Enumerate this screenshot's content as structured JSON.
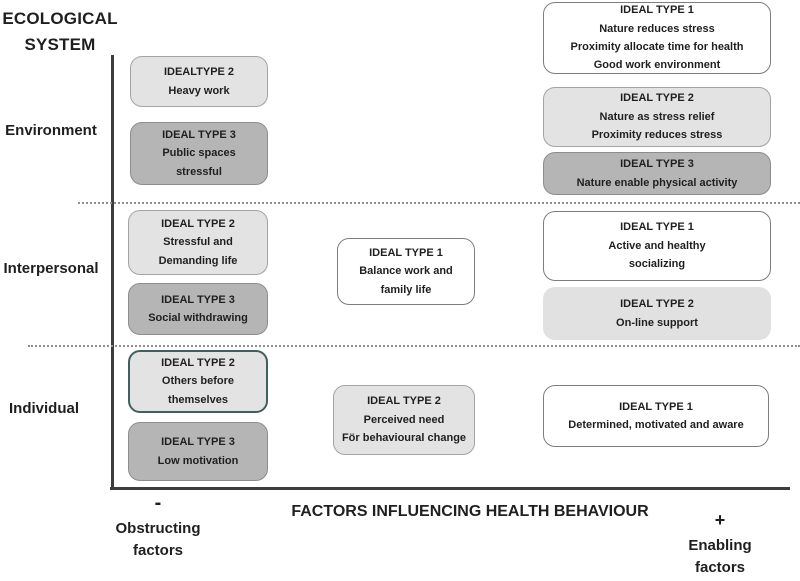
{
  "title": {
    "line1": "ECOLOGICAL",
    "line2": "SYSTEM"
  },
  "rows": [
    {
      "label": "Environment"
    },
    {
      "label": "Interpersonal"
    },
    {
      "label": "Individual"
    }
  ],
  "boxes": [
    {
      "title": "IDEALTYPE 2",
      "lines": [
        "Heavy work"
      ]
    },
    {
      "title": "IDEAL TYPE 3",
      "lines": [
        "Public spaces",
        "stressful"
      ]
    },
    {
      "title": "IDEAL TYPE 1",
      "lines": [
        "Nature reduces stress",
        "Proximity allocate time for health",
        "Good work environment"
      ]
    },
    {
      "title": "IDEAL TYPE 2",
      "lines": [
        "Nature as stress relief",
        "Proximity reduces stress"
      ]
    },
    {
      "title": "IDEAL TYPE 3",
      "lines": [
        "Nature enable physical activity"
      ]
    },
    {
      "title": "IDEAL TYPE 2",
      "lines": [
        "Stressful and",
        "Demanding life"
      ]
    },
    {
      "title": "IDEAL TYPE 3",
      "lines": [
        "Social withdrawing"
      ]
    },
    {
      "title": "IDEAL TYPE 1",
      "lines": [
        "Balance work and",
        "family life"
      ]
    },
    {
      "title": "IDEAL TYPE 1",
      "lines": [
        "Active and healthy",
        "socializing"
      ]
    },
    {
      "title": "IDEAL TYPE 2",
      "lines": [
        "On-line support"
      ]
    },
    {
      "title": "IDEAL TYPE 2",
      "lines": [
        "Others before",
        "themselves"
      ]
    },
    {
      "title": "IDEAL TYPE 3",
      "lines": [
        "Low motivation"
      ]
    },
    {
      "title": "IDEAL TYPE 2",
      "lines": [
        "Perceived need",
        "För behavioural change"
      ]
    },
    {
      "title": "IDEAL TYPE 1",
      "lines": [
        "Determined, motivated and aware"
      ]
    }
  ],
  "axis": {
    "minus_sign": "-",
    "left_line1": "Obstructing",
    "left_line2": "factors",
    "title": "FACTORS INFLUENCING HEALTH BEHAVIOUR",
    "plus_sign": "+",
    "right_line1": "Enabling",
    "right_line2": "factors"
  },
  "colors": {
    "light_fill": "#e3e3e3",
    "dark_fill": "#b5b5b5",
    "white_fill": "#ffffff",
    "teal_border": "#415f5c",
    "axis": "#3d3d3d"
  }
}
